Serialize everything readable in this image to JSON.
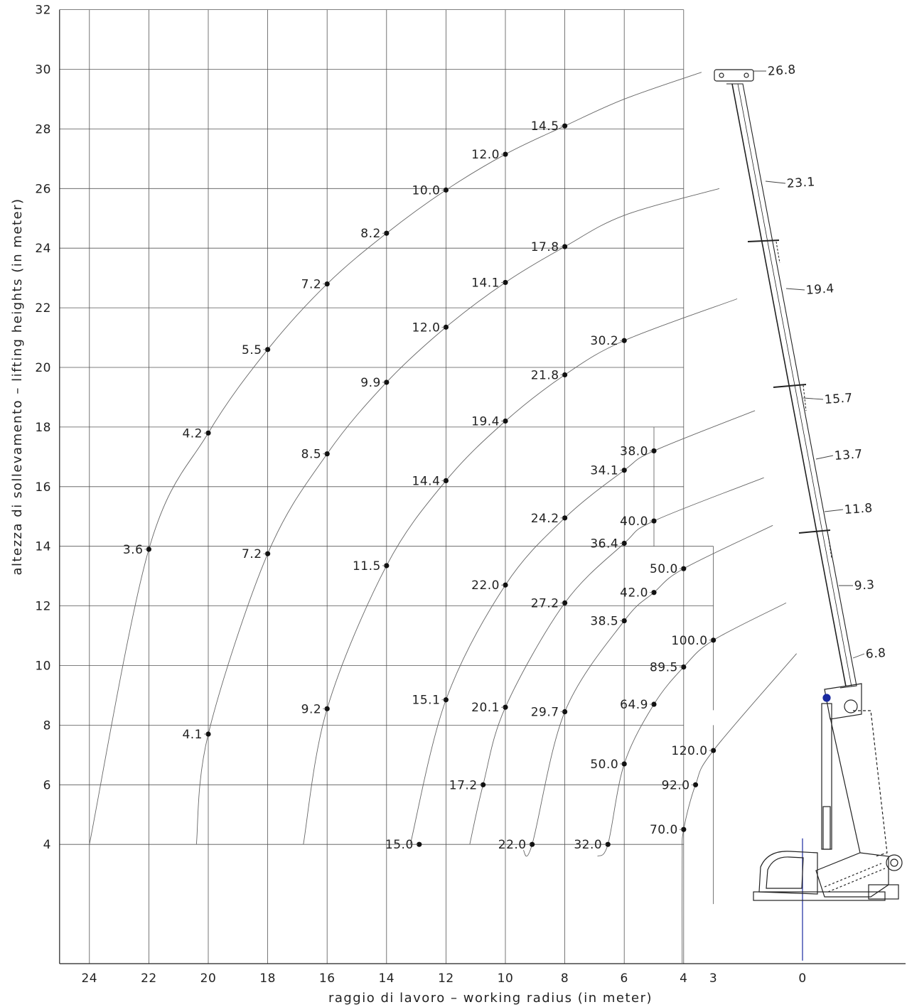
{
  "chart_data": {
    "type": "scatter",
    "title": "",
    "xlabel": "raggio di lavoro – working radius (in meter)",
    "ylabel": "altezza di sollevamento – lifting heights (in meter)",
    "xlim": [
      25,
      -3.5
    ],
    "ylim": [
      0,
      32
    ],
    "x_reversed": true,
    "grid": true,
    "x_ticks": [
      "24",
      "22",
      "20",
      "18",
      "16",
      "14",
      "12",
      "10",
      "8",
      "6",
      "4",
      "3",
      "0"
    ],
    "y_ticks": [
      "4",
      "6",
      "8",
      "10",
      "12",
      "14",
      "16",
      "18",
      "20",
      "22",
      "24",
      "26",
      "28",
      "30",
      "32"
    ],
    "series": [
      {
        "points": [
          {
            "x": 22,
            "y": 13.9,
            "label": "3.6"
          },
          {
            "x": 20,
            "y": 17.8,
            "label": "4.2"
          },
          {
            "x": 18,
            "y": 20.6,
            "label": "5.5"
          },
          {
            "x": 16,
            "y": 22.8,
            "label": "7.2"
          },
          {
            "x": 14,
            "y": 24.5,
            "label": "8.2"
          },
          {
            "x": 12,
            "y": 25.95,
            "label": "10.0"
          },
          {
            "x": 10,
            "y": 27.15,
            "label": "12.0"
          },
          {
            "x": 8,
            "y": 28.1,
            "label": "14.5"
          },
          {
            "x": 20,
            "y": 7.7,
            "label": "4.1"
          }
        ]
      },
      {
        "points": [
          {
            "x": 18,
            "y": 13.75,
            "label": "7.2"
          },
          {
            "x": 16,
            "y": 17.1,
            "label": "8.5"
          },
          {
            "x": 14,
            "y": 19.5,
            "label": "9.9"
          },
          {
            "x": 12,
            "y": 21.35,
            "label": "12.0"
          },
          {
            "x": 10,
            "y": 22.85,
            "label": "14.1"
          },
          {
            "x": 8,
            "y": 24.05,
            "label": "17.8"
          }
        ]
      },
      {
        "points": [
          {
            "x": 16,
            "y": 8.55,
            "label": "9.2"
          },
          {
            "x": 14,
            "y": 13.35,
            "label": "11.5"
          },
          {
            "x": 12,
            "y": 16.2,
            "label": "14.4"
          },
          {
            "x": 10,
            "y": 18.2,
            "label": "19.4"
          },
          {
            "x": 8,
            "y": 19.75,
            "label": "21.8"
          },
          {
            "x": 6,
            "y": 20.9,
            "label": "30.2"
          }
        ]
      },
      {
        "points": [
          {
            "x": 12.9,
            "y": 4.0,
            "label": "15.0"
          },
          {
            "x": 12,
            "y": 8.85,
            "label": "15.1"
          },
          {
            "x": 10,
            "y": 12.7,
            "label": "22.0"
          },
          {
            "x": 8,
            "y": 14.95,
            "label": "24.2"
          },
          {
            "x": 6,
            "y": 16.55,
            "label": "34.1"
          },
          {
            "x": 5,
            "y": 17.2,
            "label": "38.0"
          }
        ]
      },
      {
        "points": [
          {
            "x": 10.75,
            "y": 6.0,
            "label": "17.2"
          },
          {
            "x": 10,
            "y": 8.6,
            "label": "20.1"
          },
          {
            "x": 8,
            "y": 12.1,
            "label": "27.2"
          },
          {
            "x": 6,
            "y": 14.1,
            "label": "36.4"
          },
          {
            "x": 5,
            "y": 14.85,
            "label": "40.0"
          }
        ]
      },
      {
        "points": [
          {
            "x": 9.1,
            "y": 4.0,
            "label": "22.0"
          },
          {
            "x": 8,
            "y": 8.45,
            "label": "29.7"
          },
          {
            "x": 6,
            "y": 11.5,
            "label": "38.5"
          },
          {
            "x": 5,
            "y": 12.45,
            "label": "42.0"
          },
          {
            "x": 4,
            "y": 13.25,
            "label": "50.0"
          }
        ]
      },
      {
        "points": [
          {
            "x": 6.55,
            "y": 4.0,
            "label": "32.0"
          },
          {
            "x": 6,
            "y": 6.7,
            "label": "50.0"
          },
          {
            "x": 5,
            "y": 8.7,
            "label": "64.9"
          },
          {
            "x": 4,
            "y": 9.95,
            "label": "89.5"
          },
          {
            "x": 3,
            "y": 10.85,
            "label": "100.0"
          }
        ]
      },
      {
        "points": [
          {
            "x": 4,
            "y": 4.5,
            "label": "70.0"
          },
          {
            "x": 3.6,
            "y": 6.0,
            "label": "92.0"
          },
          {
            "x": 3,
            "y": 7.15,
            "label": "120.0"
          }
        ]
      }
    ],
    "boom_section_labels": [
      "26.8",
      "23.1",
      "19.4",
      "15.7",
      "13.7",
      "11.8",
      "9.3",
      "6.8"
    ]
  }
}
